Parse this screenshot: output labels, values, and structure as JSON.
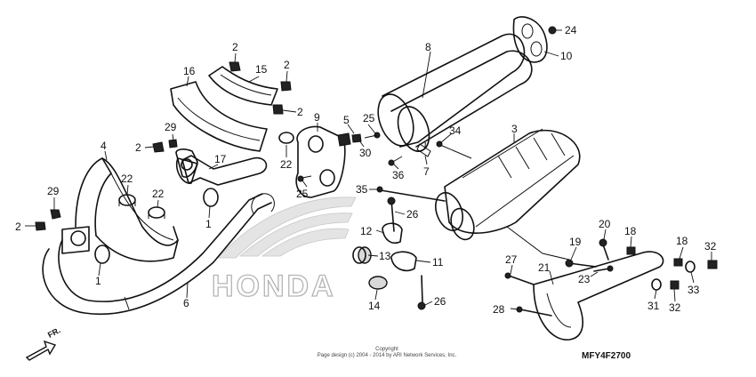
{
  "diagram": {
    "copyright_line1": "Copyright",
    "copyright_line2": "Page design (c) 2004 - 2014 by ARI Network Services, Inc.",
    "diagram_code": "MFY4F2700",
    "front_marker": "FR.",
    "watermark": "HONDA",
    "callouts": [
      {
        "id": "c2a",
        "text": "2"
      },
      {
        "id": "c15",
        "text": "15"
      },
      {
        "id": "c2b",
        "text": "2"
      },
      {
        "id": "c16",
        "text": "16"
      },
      {
        "id": "c2c",
        "text": "2"
      },
      {
        "id": "c29a",
        "text": "29"
      },
      {
        "id": "c2d",
        "text": "2"
      },
      {
        "id": "c4",
        "text": "4"
      },
      {
        "id": "c22a",
        "text": "22"
      },
      {
        "id": "c17",
        "text": "17"
      },
      {
        "id": "c22b",
        "text": "22"
      },
      {
        "id": "c1a",
        "text": "1"
      },
      {
        "id": "c29b",
        "text": "29"
      },
      {
        "id": "c2e",
        "text": "2"
      },
      {
        "id": "c1b",
        "text": "1"
      },
      {
        "id": "c6",
        "text": "6"
      },
      {
        "id": "c9",
        "text": "9"
      },
      {
        "id": "c22c",
        "text": "22"
      },
      {
        "id": "c5",
        "text": "5"
      },
      {
        "id": "c25a",
        "text": "25"
      },
      {
        "id": "c30",
        "text": "30"
      },
      {
        "id": "c25b",
        "text": "25"
      },
      {
        "id": "c8",
        "text": "8"
      },
      {
        "id": "c24",
        "text": "24"
      },
      {
        "id": "c10",
        "text": "10"
      },
      {
        "id": "c34",
        "text": "34"
      },
      {
        "id": "c3",
        "text": "3"
      },
      {
        "id": "c7",
        "text": "7"
      },
      {
        "id": "c36",
        "text": "36"
      },
      {
        "id": "c35",
        "text": "35"
      },
      {
        "id": "c26a",
        "text": "26"
      },
      {
        "id": "c12",
        "text": "12"
      },
      {
        "id": "c13",
        "text": "13"
      },
      {
        "id": "c11",
        "text": "11"
      },
      {
        "id": "c14",
        "text": "14"
      },
      {
        "id": "c26b",
        "text": "26"
      },
      {
        "id": "c20",
        "text": "20"
      },
      {
        "id": "c18a",
        "text": "18"
      },
      {
        "id": "c19",
        "text": "19"
      },
      {
        "id": "c18b",
        "text": "18"
      },
      {
        "id": "c32a",
        "text": "32"
      },
      {
        "id": "c27",
        "text": "27"
      },
      {
        "id": "c21",
        "text": "21"
      },
      {
        "id": "c23",
        "text": "23"
      },
      {
        "id": "c33",
        "text": "33"
      },
      {
        "id": "c31",
        "text": "31"
      },
      {
        "id": "c32b",
        "text": "32"
      },
      {
        "id": "c28",
        "text": "28"
      }
    ]
  }
}
